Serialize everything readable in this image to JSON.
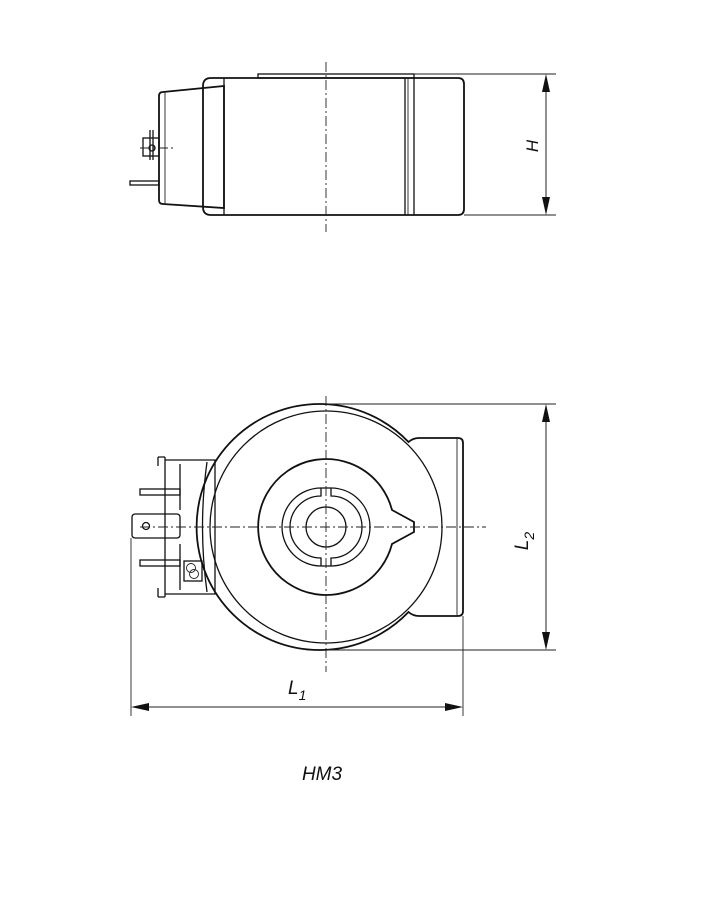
{
  "labels": {
    "height": "H",
    "length1_base": "L",
    "length1_sub": "1",
    "length2_base": "L",
    "length2_sub": "2"
  },
  "caption": "HM3"
}
